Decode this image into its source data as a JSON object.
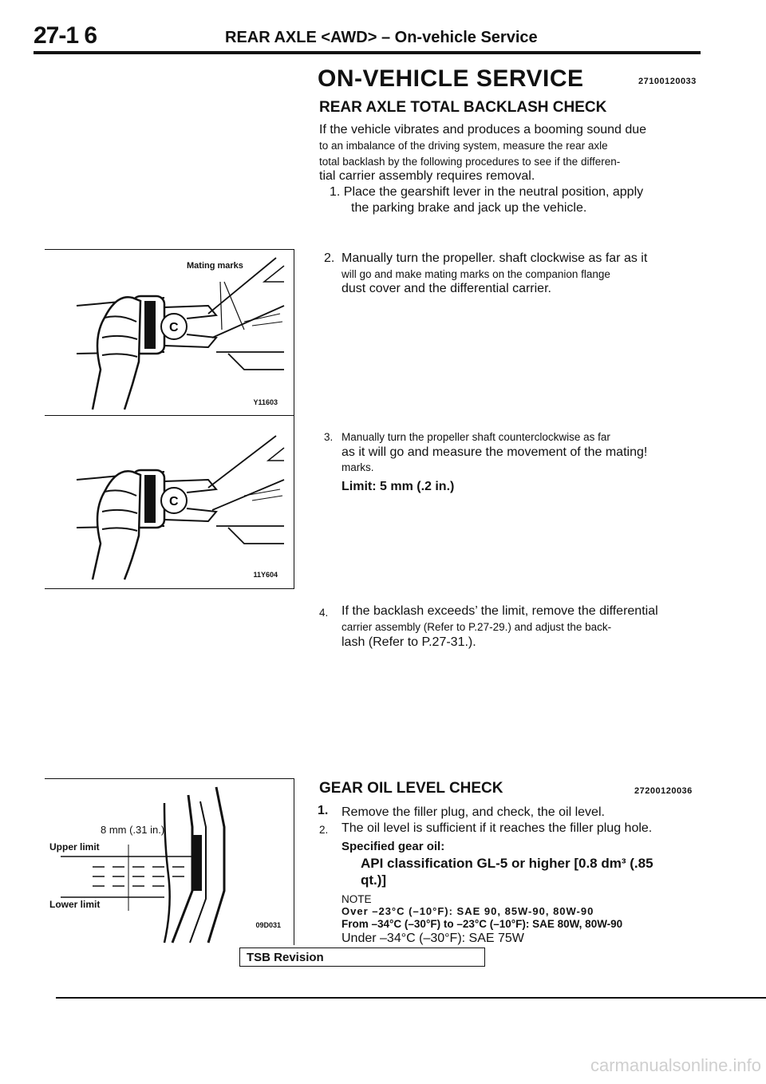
{
  "header": {
    "page_number": "27-1 6",
    "title": "REAR AXLE <AWD> – On-vehicle Service"
  },
  "section1": {
    "title": "ON-VEHICLE SERVICE",
    "code": "27100120033",
    "subtitle": "REAR AXLE TOTAL BACKLASH CHECK",
    "intro_line1": "If the vehicle vibrates and produces a booming sound due",
    "intro_line2": "to an imbalance of the driving system, measure the rear axle",
    "intro_line3": "total backlash by the following procedures to see if the differen-",
    "intro_line4": "tial carrier assembly requires removal.",
    "step1_line1": "1. Place the gearshift lever in the neutral position, apply",
    "step1_line2": "the parking brake and jack up the vehicle.",
    "step2_num": "2.",
    "step2_line1": "Manually turn the propeller. shaft clockwise as far as it",
    "step2_line2": "will go and make mating marks on the companion flange",
    "step2_line3": "dust cover and the differential carrier.",
    "step3_num": "3.",
    "step3_line1": "Manually turn the propeller shaft counterclockwise as far",
    "step3_line2": "as it will go and measure the movement of the mating!",
    "step3_line3": "marks.",
    "limit": "Limit: 5 mm (.2 in.)",
    "step4_num": "4.",
    "step4_line1": "If the backlash exceeds’ the limit, remove the differential",
    "step4_line2": "carrier assembly (Refer to P.27-29.) and adjust the back-",
    "step4_line3": "lash (Refer to P.27-31.)."
  },
  "figures": {
    "fig1_label": "Mating marks",
    "fig1_code": "Y11603",
    "fig2_code": "11Y604",
    "fig3_measure": "8 mm (.31 in.)",
    "fig3_upper": "Upper limit",
    "fig3_lower": "Lower limit",
    "fig3_code": "09D031"
  },
  "section2": {
    "title": "GEAR OIL LEVEL CHECK",
    "code": "27200120036",
    "step1_num": "1.",
    "step1": "Remove the filler plug, and check, the oil level.",
    "step2_num": "2.",
    "step2": "The oil level is sufficient if it reaches the filler plug hole.",
    "spec_label": "Specified gear oil:",
    "spec_line1": "API classification GL-5 or higher [0.8 dm³ (.85",
    "spec_line2": "qt.)]",
    "note_label": "NOTE",
    "note1": "Over –23°C (–10°F): SAE 90, 85W-90, 80W-90",
    "note2": "From –34°C (–30°F) to –23°C (–10°F): SAE 80W, 80W-90",
    "note3": "Under –34°C (–30°F): SAE 75W"
  },
  "footer": {
    "tsb": "TSB Revision",
    "watermark": "carmanualsonline.info"
  }
}
